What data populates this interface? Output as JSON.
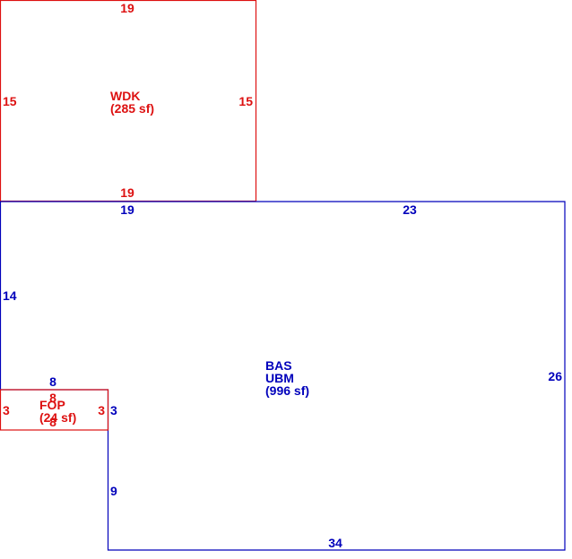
{
  "colors": {
    "red": "#dd1111",
    "blue": "#0000bb"
  },
  "wdk": {
    "code": "WDK",
    "area": "(285 sf)",
    "dims": {
      "top": "19",
      "bottom": "19",
      "left": "15",
      "right": "15"
    }
  },
  "bas": {
    "code": "BAS",
    "sub": "UBM",
    "area": "(996 sf)",
    "dims": {
      "top_left": "19",
      "top_right": "23",
      "left_upper": "14",
      "right": "26",
      "notch_top": "8",
      "notch_side_upper": "3",
      "notch_side_lower": "9",
      "bottom": "34"
    }
  },
  "fop": {
    "code": "FOP",
    "area": "(24 sf)",
    "dims": {
      "top": "8",
      "bottom": "8",
      "left": "3",
      "right": "3"
    }
  }
}
